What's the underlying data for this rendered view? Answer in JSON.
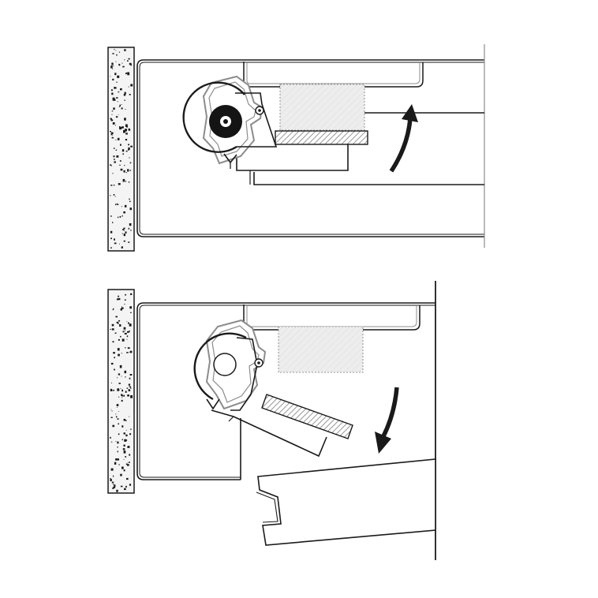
{
  "diagram": {
    "panels": [
      {
        "id": "top",
        "state": "closed",
        "motion": "rotate-up"
      },
      {
        "id": "bottom",
        "state": "open",
        "motion": "rotate-down"
      }
    ],
    "colors": {
      "line": "#1a1a1a",
      "gray_line": "#8c8c8c",
      "hatch": "#8a8a8a",
      "light_fill": "#e6e6e6",
      "wall_fill": "#f4f4f4"
    },
    "icons": [
      "concrete-wall-icon",
      "roller-hinge-icon",
      "curved-arrow-up-icon",
      "curved-arrow-down-icon"
    ]
  }
}
